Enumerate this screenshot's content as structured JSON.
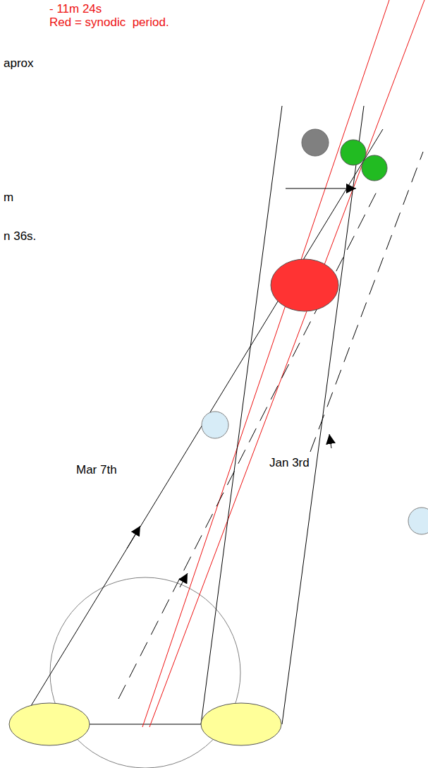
{
  "diagram": {
    "labels": [
      "- 11m 24s",
      "Red = synodic  period.",
      "aprox",
      "m",
      "n 36s.",
      "Mar 7th",
      "Jan 3rd"
    ]
  }
}
